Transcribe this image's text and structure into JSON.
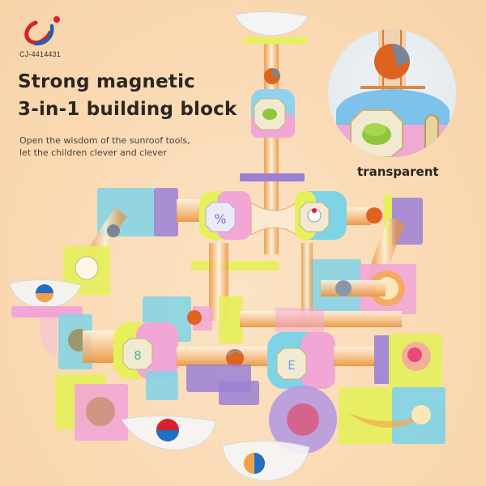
{
  "brand": {
    "logo": "cj-logo-icon",
    "model_code": "CJ-4414431",
    "colors": {
      "red": "#d7222b",
      "blue": "#1f5fb4"
    }
  },
  "headline": {
    "line1": "Strong magnetic",
    "line2": "3-in-1 building block"
  },
  "subtitle": {
    "line1": "Open the wisdom of the sunroof tools,",
    "line2": "let the children clever and clever"
  },
  "detail_callout": {
    "label": "transparent"
  },
  "toy_labels": {
    "cube_percent": "%",
    "cube_eight": "8",
    "cube_e": "E"
  },
  "colors": {
    "background": "#fad9b3",
    "text_dark": "#2b2622",
    "cyan": "#7fd3e6",
    "yellow": "#e6f05a",
    "pink": "#f2a6d6",
    "purple": "#9b80d6",
    "orange": "#f08a2a"
  }
}
